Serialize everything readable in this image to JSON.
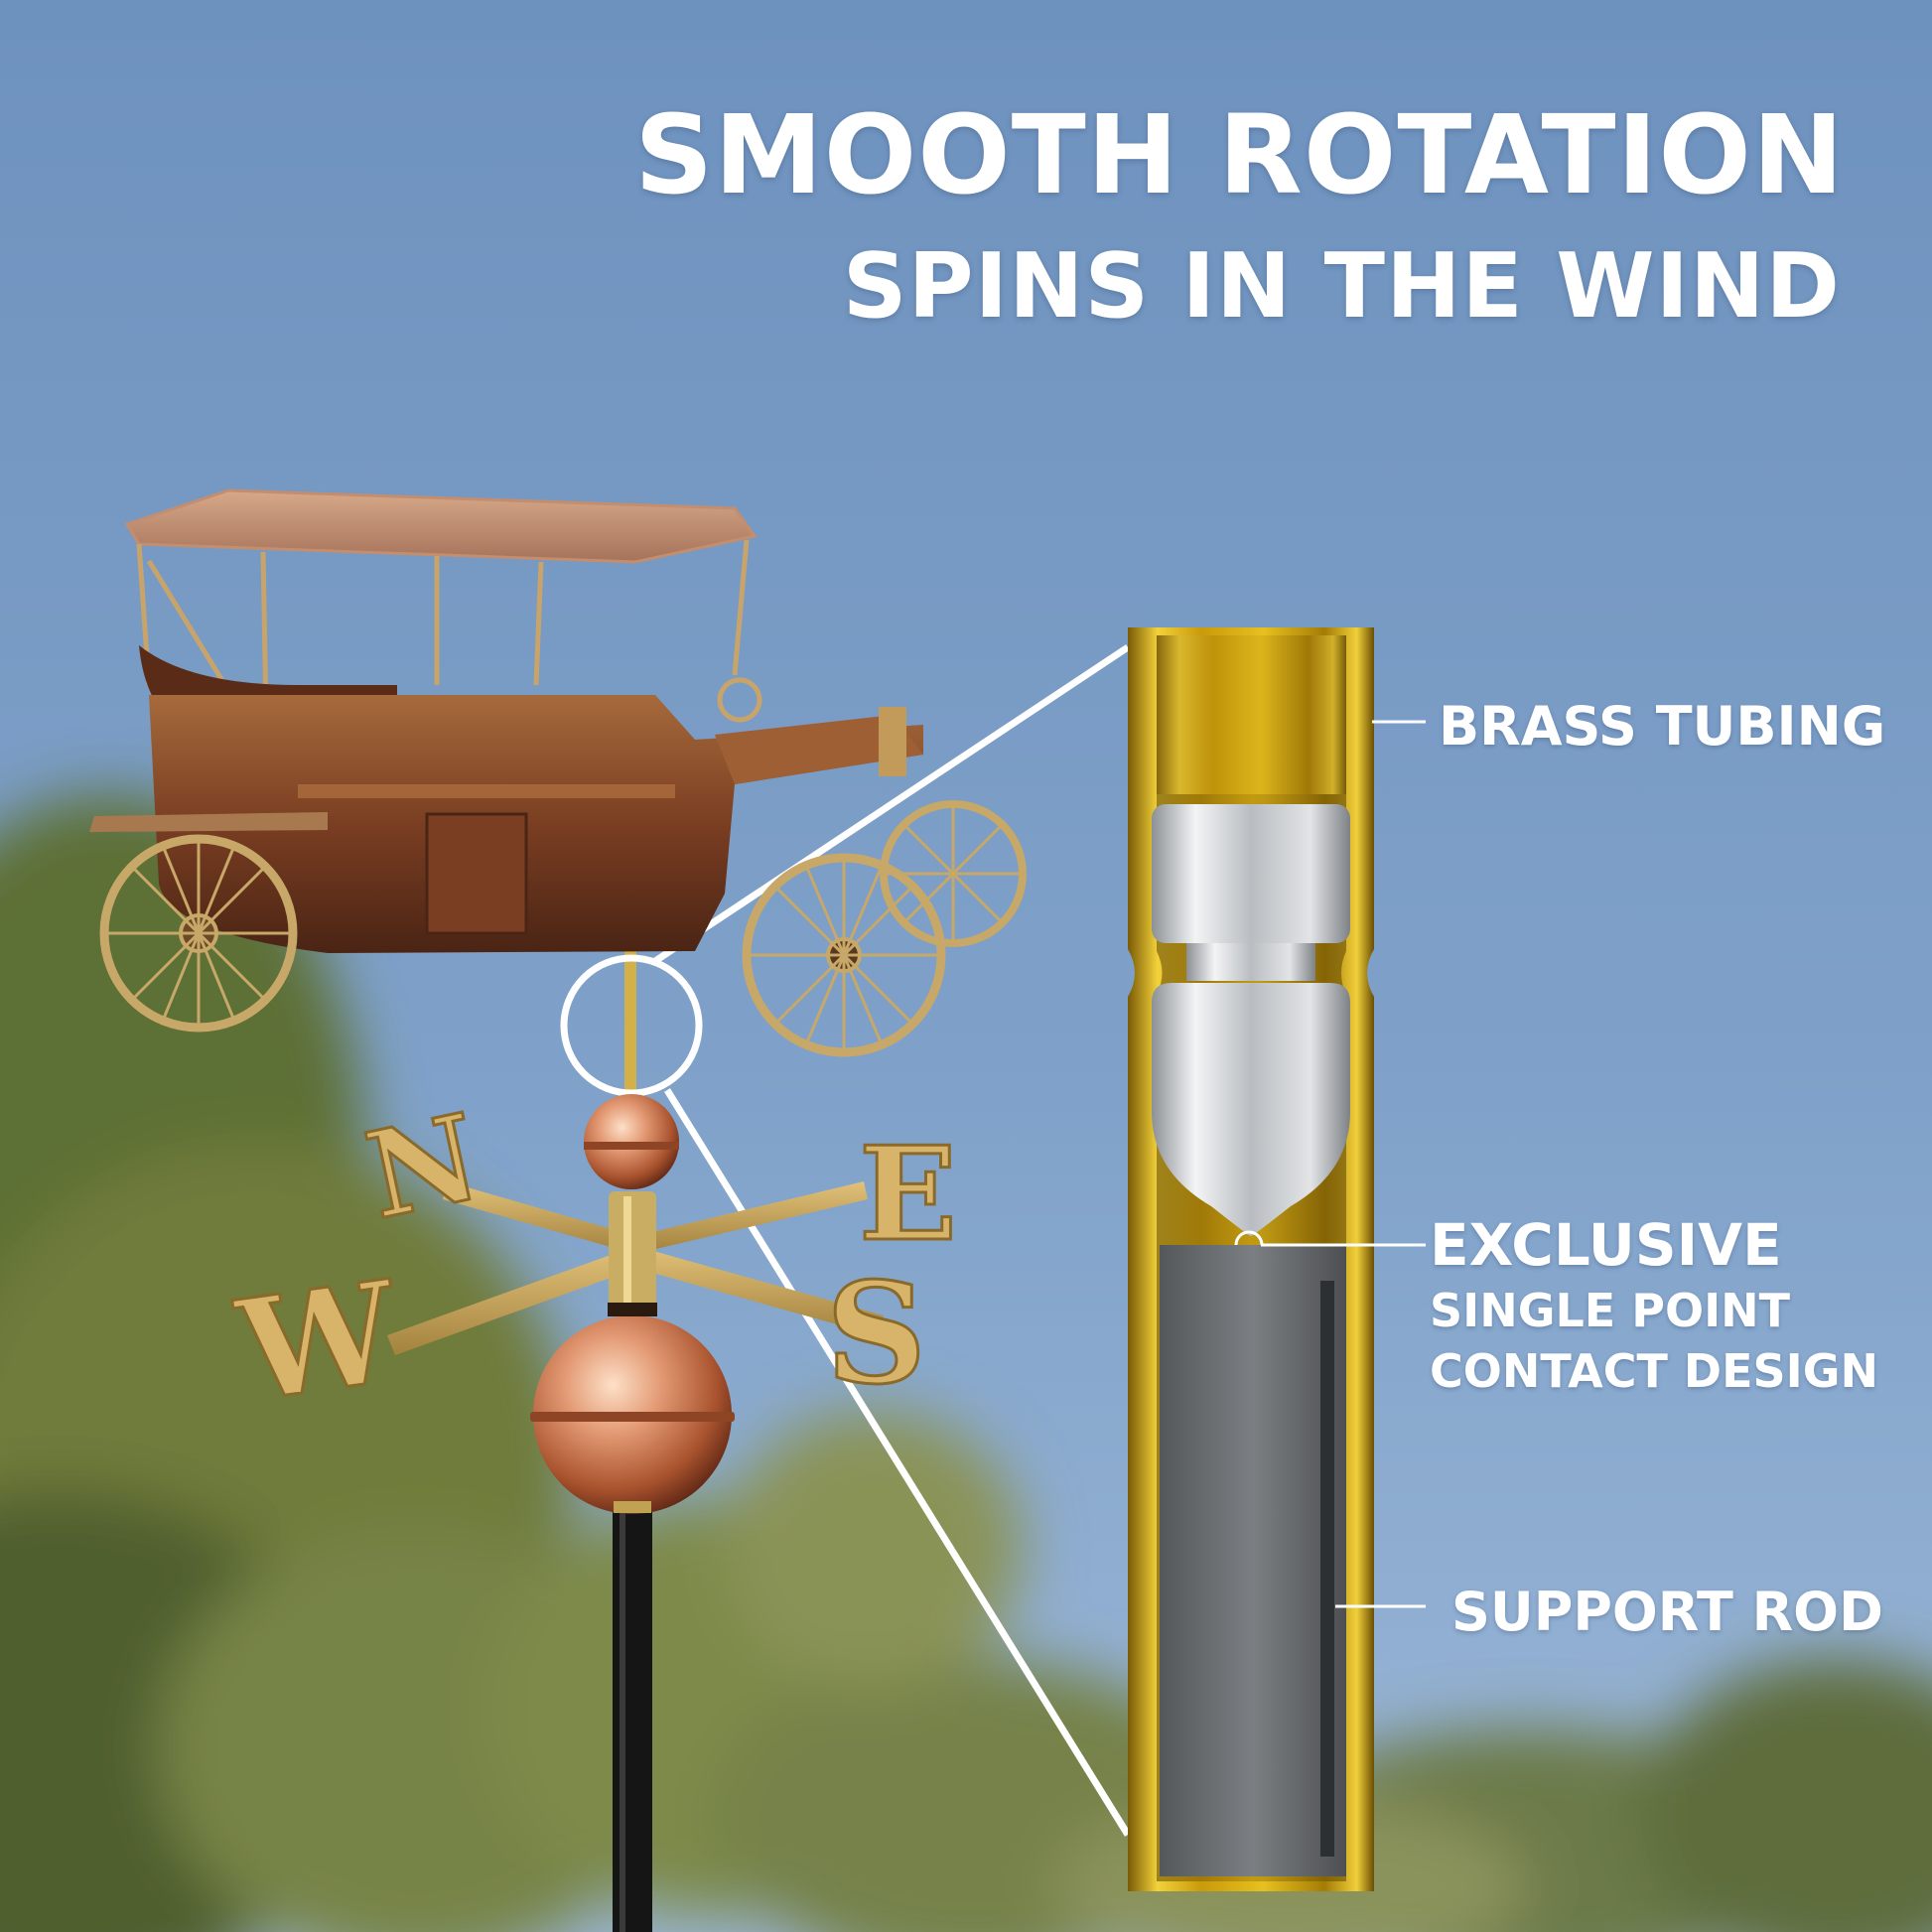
{
  "headline": {
    "title": "SMOOTH ROTATION",
    "subtitle": "SPINS IN THE WIND"
  },
  "callouts": {
    "brass_tubing": "BRASS TUBING",
    "exclusive_line1": "EXCLUSIVE",
    "exclusive_line2": "SINGLE POINT",
    "exclusive_line3": "CONTACT DESIGN",
    "support_rod": "SUPPORT ROD"
  },
  "compass": {
    "north": "N",
    "east": "E",
    "south": "S",
    "west": "W"
  },
  "colors": {
    "sky_top": "#6f93bf",
    "sky_bottom": "#8fb0d4",
    "brass": "#d9b21a",
    "copper": "#b0603c",
    "steel": "#c8ccd0",
    "rod": "#6b6e72",
    "foliage": "#6e7a3a"
  }
}
